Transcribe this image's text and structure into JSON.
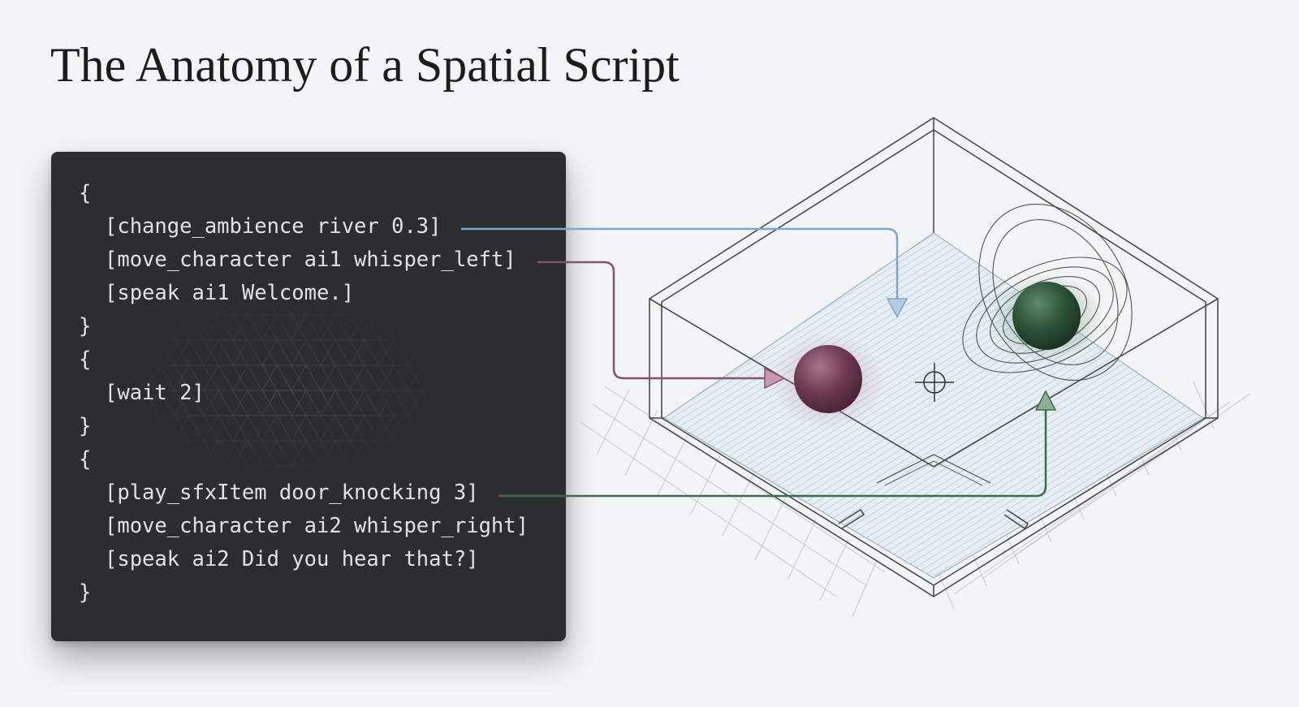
{
  "slide": {
    "title": "The Anatomy of a Spatial Script"
  },
  "code": {
    "lines": [
      {
        "text": "{",
        "indent": 0
      },
      {
        "text": "[change_ambience river 0.3]",
        "indent": 1
      },
      {
        "text": "[move_character ai1 whisper_left]",
        "indent": 1
      },
      {
        "text": "[speak ai1 Welcome.]",
        "indent": 1
      },
      {
        "text": "}",
        "indent": 0
      },
      {
        "text": "{",
        "indent": 0
      },
      {
        "text": "[wait 2]",
        "indent": 1
      },
      {
        "text": "}",
        "indent": 0
      },
      {
        "text": "{",
        "indent": 0
      },
      {
        "text": "[play_sfxItem door_knocking 3]",
        "indent": 1
      },
      {
        "text": "[move_character ai2 whisper_right]",
        "indent": 1
      },
      {
        "text": "[speak ai2 Did you hear that?]",
        "indent": 1
      },
      {
        "text": "}",
        "indent": 0
      }
    ]
  },
  "colors": {
    "background": "#f3f4f6",
    "code_panel": "#2b2d30",
    "code_text": "#e2e2e2",
    "ambience_arrow": "#7fa6c9",
    "ai1_arrow": "#8a5268",
    "sfx_arrow": "#3f6b4b",
    "ai1_sphere": "#6e3a52",
    "ai2_sphere": "#2c5238",
    "room_outline": "#4a4a4a"
  },
  "diagram": {
    "room": "isometric-room",
    "spheres": [
      "ai1-sphere",
      "ai2-sphere"
    ],
    "center_marker": "crosshair-icon",
    "arrows": [
      "ambience-arrow",
      "ai1-arrow",
      "sfx-arrow"
    ]
  }
}
